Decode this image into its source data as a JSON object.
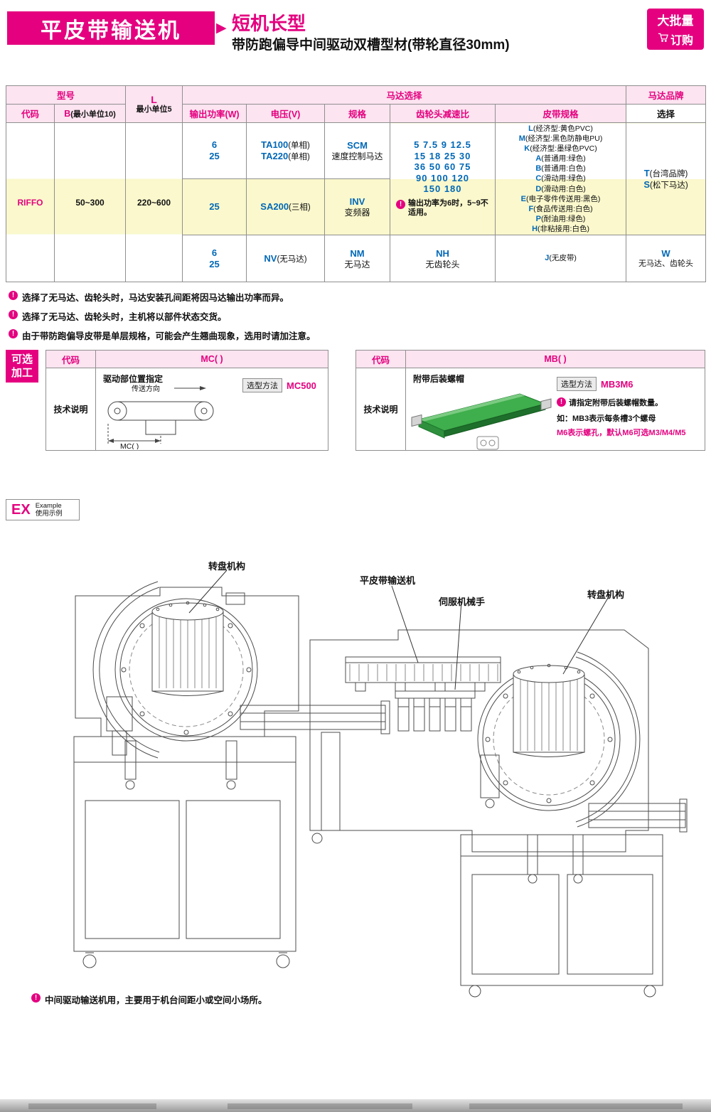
{
  "icons": {
    "note": "!",
    "arrow": "▶"
  },
  "header": {
    "title": "平皮带输送机",
    "subtitle": "短机长型",
    "subtitle2": "带防跑偏导中间驱动双槽型材(带轮直径30mm)",
    "badge_line1": "大批量",
    "badge_line2": "订购"
  },
  "table": {
    "headers": {
      "model": "型号",
      "code": "代码",
      "b_prefix": "B",
      "b_rest": "(最小单位10)",
      "l_prefix": "L",
      "l_rest": "最小单位5",
      "motor_select": "马达选择",
      "power": "输出功率(W)",
      "voltage": "电压(V)",
      "spec": "规格",
      "gear": "齿轮头减速比",
      "belt": "皮带规格",
      "brand_top": "马达品牌",
      "brand_bottom": "选择"
    },
    "body": {
      "code": "RIFFO",
      "b_range": "50~300",
      "l_range": "220~600",
      "r1": {
        "power": [
          "6",
          "25"
        ],
        "voltage": [
          {
            "code": "TA100",
            "rest": "(单相)"
          },
          {
            "code": "TA220",
            "rest": "(单相)"
          }
        ],
        "spec_code": "SCM",
        "spec_name": "速度控制马达"
      },
      "r2": {
        "power": "25",
        "voltage": {
          "code": "SA200",
          "rest": "(三相)"
        },
        "spec_code": "INV",
        "spec_name": "变频器"
      },
      "r3": {
        "power": [
          "6",
          "25"
        ],
        "voltage": {
          "code": "NV",
          "rest": "(无马达)"
        },
        "spec_code": "NM",
        "spec_name": "无马达",
        "gear_code": "NH",
        "gear_name": "无齿轮头",
        "belt": {
          "code": "J",
          "desc": "(无皮带)"
        },
        "brand_code": "W",
        "brand_name": "无马达、齿轮头"
      },
      "gear_lines": [
        "5 7.5 9 12.5",
        "15 18 25 30",
        "36 50 60 75",
        "90 100 120",
        "150 180"
      ],
      "gear_note": "输出功率为6时，5~9不适用。",
      "belts": [
        {
          "code": "L",
          "desc": "(经济型:黄色PVC)"
        },
        {
          "code": "M",
          "desc": "(经济型:黑色防静电PU)"
        },
        {
          "code": "K",
          "desc": "(经济型:墨绿色PVC)"
        },
        {
          "code": "A",
          "desc": "(普通用:绿色)"
        },
        {
          "code": "B",
          "desc": "(普通用:白色)"
        },
        {
          "code": "C",
          "desc": "(滑动用:绿色)"
        },
        {
          "code": "D",
          "desc": "(滑动用:白色)"
        },
        {
          "code": "E",
          "desc": "(电子零件传送用:黑色)"
        },
        {
          "code": "F",
          "desc": "(食品传送用:白色)"
        },
        {
          "code": "P",
          "desc": "(耐油用:绿色)"
        },
        {
          "code": "H",
          "desc": "(非粘接用:白色)"
        }
      ],
      "brands": [
        {
          "code": "T",
          "desc": "(台湾品牌)"
        },
        {
          "code": "S",
          "desc": "(松下马达)"
        }
      ]
    }
  },
  "notes": [
    "选择了无马达、齿轮头时，马达安装孔间距将因马达输出功率而异。",
    "选择了无马达、齿轮头时，主机将以部件状态交货。",
    "由于带防跑偏导皮带是单层规格，可能会产生翘曲现象，选用时请加注意。"
  ],
  "optional": {
    "label": [
      "可选",
      "加工"
    ],
    "left": {
      "code_label": "代码",
      "code_value": "MC( )",
      "tech_label": "技术说明",
      "desc": "驱动部位置指定",
      "direction": "传送方向",
      "dim": "MC( )",
      "method_label": "选型方法",
      "method_value": "MC500"
    },
    "right": {
      "code_label": "代码",
      "code_value": "MB( )",
      "tech_label": "技术说明",
      "desc": "附带后装螺帽",
      "method_label": "选型方法",
      "method_value": "MB3M6",
      "note1": "请指定附带后装螺帽数量。",
      "note2": "如：MB3表示每条槽3个螺母",
      "note3": "M6表示螺孔，默认M6可选M3/M4/M5"
    }
  },
  "example": {
    "ex": "EX",
    "en": "Example",
    "cn": "使用示例"
  },
  "diagram_labels": {
    "turntable_left": "转盘机构",
    "conveyor": "平皮带输送机",
    "servo": "伺服机械手",
    "turntable_right": "转盘机构"
  },
  "footer_note": "中间驱动输送机用，主要用于机台间距小或空间小场所。"
}
